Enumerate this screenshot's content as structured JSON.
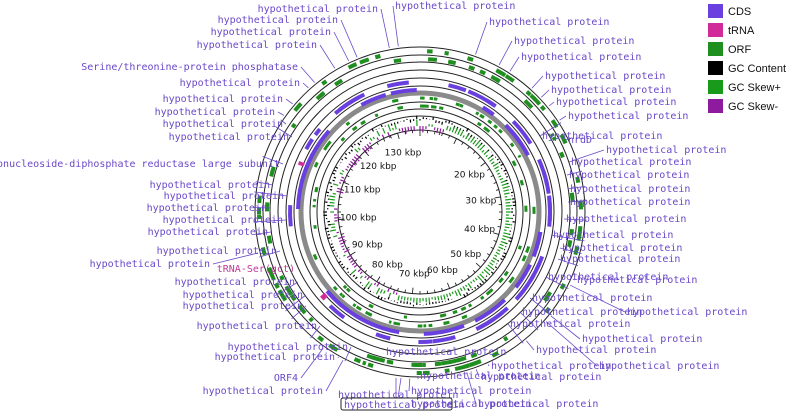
{
  "colors": {
    "cds": "#6a3fe0",
    "trna": "#d12b9a",
    "orf": "#1f8f1f",
    "gc_content": "#000000",
    "gc_skew_plus": "#1a9a1a",
    "gc_skew_minus": "#8e1a9e",
    "label": "#6a49c9",
    "leader": "#6a49c9"
  },
  "legend": [
    {
      "label": "CDS",
      "color_key": "cds"
    },
    {
      "label": "tRNA",
      "color_key": "trna"
    },
    {
      "label": "ORF",
      "color_key": "orf"
    },
    {
      "label": "GC Content",
      "color_key": "gc_content"
    },
    {
      "label": "GC Skew+",
      "color_key": "gc_skew_plus"
    },
    {
      "label": "GC Skew-",
      "color_key": "gc_skew_minus"
    }
  ],
  "kbp_ticks": [
    "130 kbp",
    "120 kbp",
    "110 kbp",
    "100 kbp",
    "90 kbp",
    "80 kbp",
    "70 kbp",
    "60 kbp",
    "50 kbp",
    "40 kbp",
    "30 kbp",
    "20 kbp"
  ],
  "left_labels": [
    "hypothetical protein",
    "hypothetical protein",
    "hypothetical protein",
    "hypothetical protein",
    "Serine/threonine-protein phosphatase",
    "hypothetical protein",
    "hypothetical protein",
    "hypothetical protein",
    "hypothetical protein",
    "hypothetical protein",
    "Ribonucleoside-diphosphate reductase large subunit",
    "hypothetical protein",
    "hypothetical protein",
    "hypothetical protein",
    "hypothetical protein",
    "hypothetical protein",
    "hypothetical protein",
    "hypothetical protein",
    "tRNA-Ser(gct)",
    "hypothetical protein",
    "hypothetical protein",
    "hypothetical protein",
    "hypothetical protein",
    "hypothetical protein",
    "hypothetical protein",
    "ORF4",
    "hypothetical protein"
  ],
  "right_labels": [
    "hypothetical protein",
    "hypothetical protein",
    "hypothetical protein",
    "hypothetical protein",
    "hypothetical protein",
    "hypothetical protein",
    "hypothetical protein",
    "hypothetical protein",
    "hypothetical protein",
    "nrdD",
    "hypothetical protein",
    "hypothetical protein",
    "hypothetical protein",
    "hypothetical protein",
    "hypothetical protein",
    "hypothetical protein",
    "hypothetical protein",
    "hypothetical protein",
    "hypothetical protein",
    "hypothetical protein",
    "hypothetical protein",
    "hypothetical protein",
    "hypothetical protein",
    "hypothetical protein",
    "hypothetical protein",
    "hypothetical protein",
    "hypothetical protein",
    "hypothetical protein",
    "hypothetical protein",
    "hypothetical protein",
    "hypothetical protein",
    "hypothetical protein",
    "hypothetical protein"
  ],
  "bottom_labels": [
    "hypothetical protein",
    "hypothetical protein",
    "hypothetical protein"
  ],
  "selected_label": "hypothetical protein"
}
